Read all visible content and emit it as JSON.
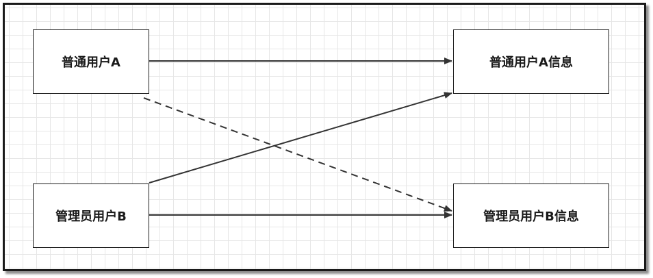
{
  "diagram": {
    "nodes": {
      "user_a": "普通用户A",
      "user_a_info": "普通用户A信息",
      "admin_b": "管理员用户B",
      "admin_b_info": "管理员用户B信息"
    },
    "edges": [
      {
        "from": "user_a",
        "to": "user_a_info",
        "style": "solid"
      },
      {
        "from": "admin_b",
        "to": "admin_b_info",
        "style": "solid"
      },
      {
        "from": "admin_b",
        "to": "user_a_info",
        "style": "solid"
      },
      {
        "from": "user_a",
        "to": "admin_b_info",
        "style": "dashed"
      }
    ],
    "colors": {
      "line": "#333333",
      "grid": "#e6e6e6"
    }
  }
}
